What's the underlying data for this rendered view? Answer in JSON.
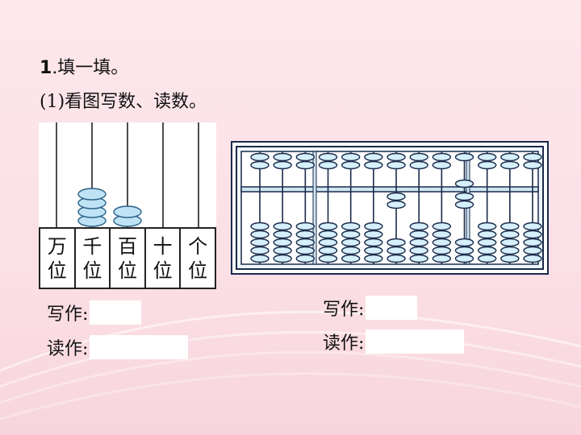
{
  "question": {
    "title_num": "1",
    "title_text": ".填一填。",
    "sub": "(1)看图写数、读数。"
  },
  "left_counter": {
    "places": [
      {
        "top": "万",
        "bottom": "位"
      },
      {
        "top": "千",
        "bottom": "位"
      },
      {
        "top": "百",
        "bottom": "位"
      },
      {
        "top": "十",
        "bottom": "位"
      },
      {
        "top": "个",
        "bottom": "位"
      }
    ],
    "beads": [
      0,
      4,
      2,
      0,
      0
    ],
    "bead_color": "#bfe3f5"
  },
  "abacus": {
    "rods": 13,
    "upper_beads_down": [
      0,
      0,
      0,
      0,
      0,
      0,
      0,
      0,
      0,
      1,
      0,
      0,
      0
    ],
    "lower_beads_up": [
      0,
      0,
      0,
      0,
      0,
      0,
      2,
      0,
      0,
      2,
      0,
      0,
      0
    ],
    "frame_color": "#1a2a4a",
    "bead_color": "#d6f0fb"
  },
  "answers_left": {
    "write_label": "写作:",
    "read_label": "读作:"
  },
  "answers_right": {
    "write_label": "写作:",
    "read_label": "读作:"
  }
}
